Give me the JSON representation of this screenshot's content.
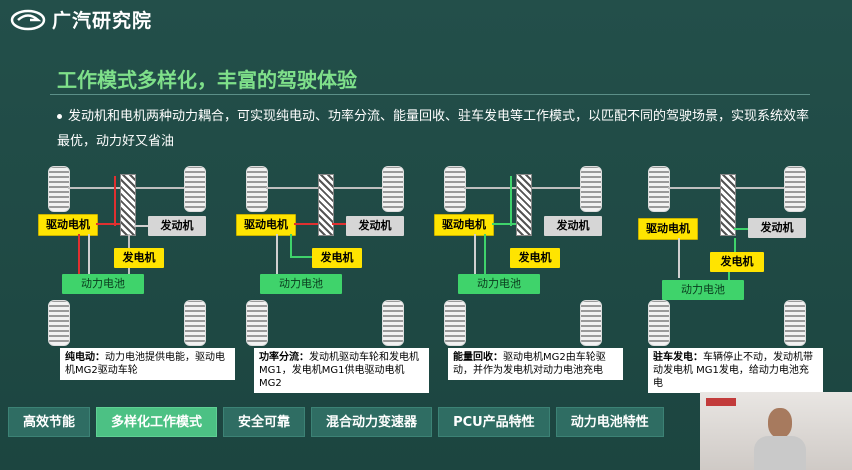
{
  "brand": {
    "name": "广汽研究院"
  },
  "slide": {
    "title": "工作模式多样化，丰富的驾驶体验",
    "bullet": "发动机和电机两种动力耦合，可实现纯电动、功率分流、能量回收、驻车发电等工作模式，以匹配不同的驾驶场景，实现系统效率最优，动力好又省油"
  },
  "diagrams": [
    {
      "motor": "驱动电机",
      "engine": "发动机",
      "generator": "发电机",
      "battery": "动力电池",
      "caption_title": "纯电动：",
      "caption_text": "动力电池提供电能，驱动电机MG2驱动车轮"
    },
    {
      "motor": "驱动电机",
      "engine": "发动机",
      "generator": "发电机",
      "battery": "动力电池",
      "caption_title": "功率分流：",
      "caption_text": "发动机驱动车轮和发电机MG1，发电机MG1供电驱动电机MG2"
    },
    {
      "motor": "驱动电机",
      "engine": "发动机",
      "generator": "发电机",
      "battery": "动力电池",
      "caption_title": "能量回收：",
      "caption_text": "驱动电机MG2由车轮驱动，并作为发电机对动力电池充电"
    },
    {
      "motor": "驱动电机",
      "engine": "发动机",
      "generator": "发电机",
      "battery": "动力电池",
      "caption_title": "驻车发电：",
      "caption_text": "车辆停止不动，发动机带动发电机 MG1发电，给动力电池充电"
    }
  ],
  "tabs": [
    {
      "label": "高效节能"
    },
    {
      "label": "多样化工作模式"
    },
    {
      "label": "安全可靠"
    },
    {
      "label": "混合动力变速器"
    },
    {
      "label": "PCU产品特性"
    },
    {
      "label": "动力电池特性"
    }
  ],
  "active_tab": "多样化工作模式",
  "colors": {
    "accent_green": "#4cc184",
    "title_green": "#7fe08a",
    "background": "#1f4a45",
    "motor_yellow": "#ffe400",
    "battery_green": "#3fd36b",
    "power_red": "#e03030"
  }
}
